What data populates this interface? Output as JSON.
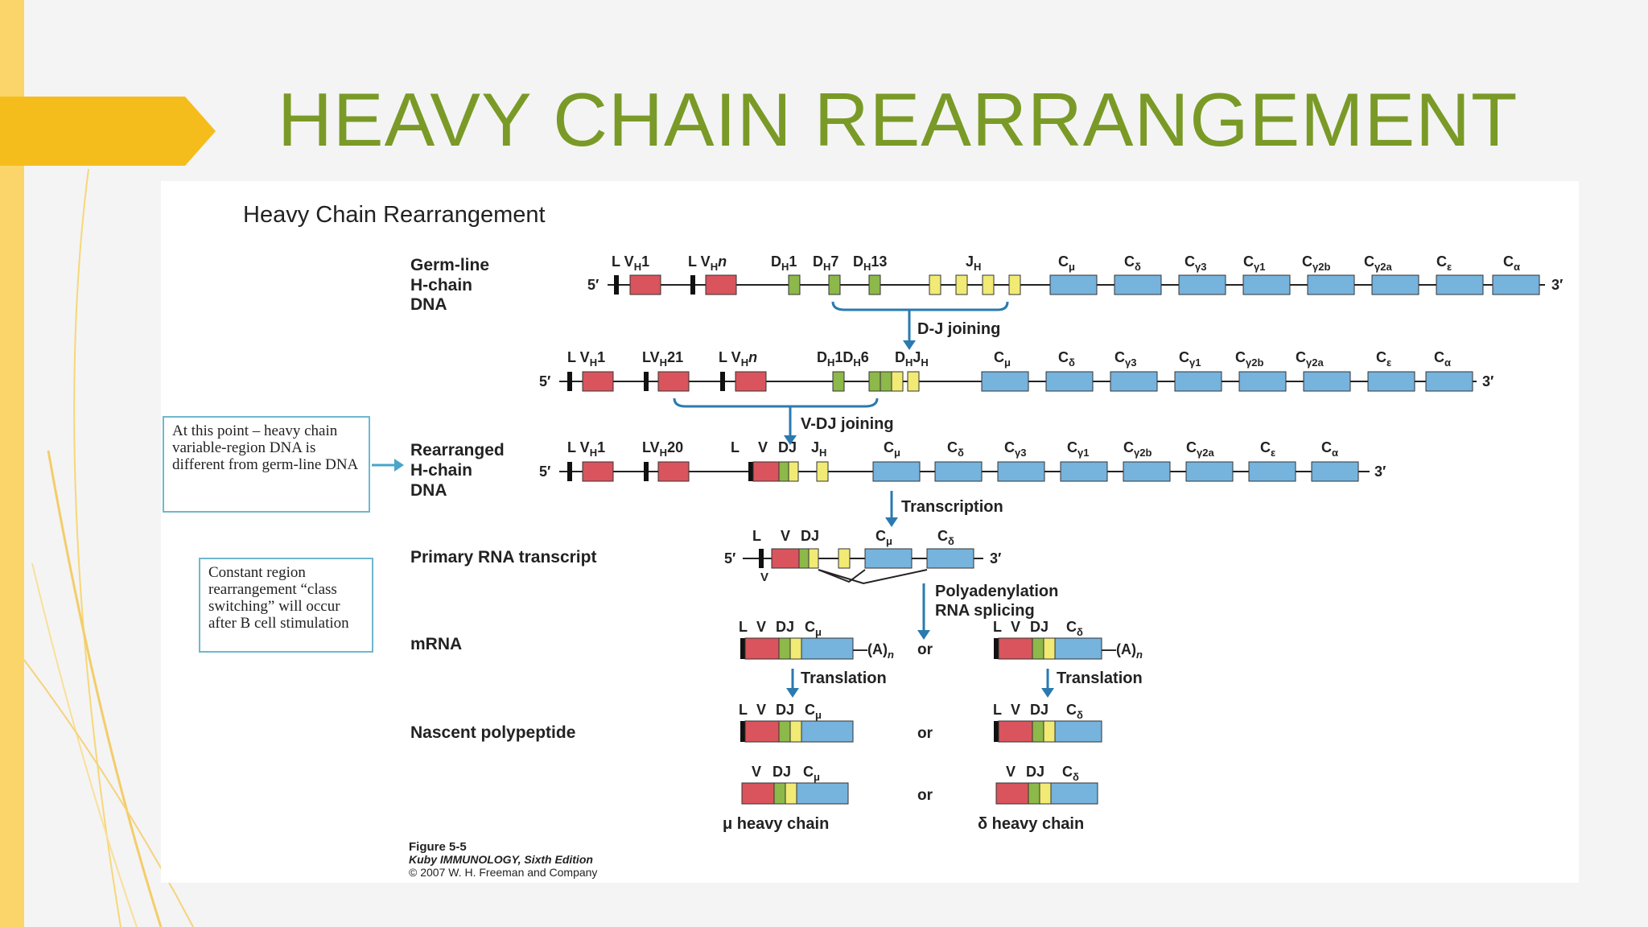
{
  "slide": {
    "title": "HEAVY CHAIN REARRANGEMENT",
    "accent_color": "#7a9a27",
    "banner_color": "#f5bd1c"
  },
  "figure": {
    "heading": "Heavy Chain Rearrangement",
    "stage_labels": {
      "germline_1": "Germ-line",
      "germline_2": "H-chain",
      "germline_3": "DNA",
      "rearranged_1": "Rearranged",
      "rearranged_2": "H-chain",
      "rearranged_3": "DNA",
      "primary": "Primary RNA transcript",
      "mrna": "mRNA",
      "nascent": "Nascent polypeptide"
    },
    "steps": {
      "dj": "D-J joining",
      "vdj": "V-DJ joining",
      "transcription": "Transcription",
      "polyadenylation": "Polyadenylation",
      "splicing": "RNA splicing",
      "translation_left": "Translation",
      "translation_right": "Translation"
    },
    "ends": {
      "five": "5′",
      "three": "3′"
    },
    "gene_labels": {
      "row1": [
        "L V",
        "H",
        "1",
        "L V",
        "H",
        "n",
        "D",
        "H",
        "1",
        "D",
        "H",
        "7",
        "D",
        "H",
        "13",
        "J",
        "H"
      ],
      "row2": [
        "L V",
        "H",
        "1",
        "LV",
        "H",
        "21",
        "L V",
        "H",
        "n",
        "D",
        "H",
        "1",
        "D",
        "H",
        "6",
        "D",
        "H",
        "J",
        "H"
      ],
      "row3": [
        "L V",
        "H",
        "1",
        "LV",
        "H",
        "20",
        "L",
        "V",
        "DJ",
        "J",
        "H"
      ],
      "primary": [
        "L",
        "V",
        "DJ",
        "V"
      ],
      "mrna_left": [
        "L",
        "V",
        "DJ"
      ],
      "mrna_right": [
        "L",
        "V",
        "DJ"
      ],
      "nascent_left": [
        "L",
        "V",
        "DJ"
      ],
      "nascent_right": [
        "L",
        "V",
        "DJ"
      ],
      "final_left": [
        "V",
        "DJ"
      ],
      "final_right": [
        "V",
        "DJ"
      ]
    },
    "constant_regions": [
      "μ",
      "δ",
      "γ3",
      "γ1",
      "γ2b",
      "γ2a",
      "ε",
      "α"
    ],
    "constant_prefix": "C",
    "poly_a": "—(A)",
    "poly_a_sub": "n",
    "or_word": "or",
    "chain_left": "μ heavy chain",
    "chain_right": "δ heavy chain",
    "caption_1": "Figure 5-5",
    "caption_2": "Kuby IMMUNOLOGY, Sixth Edition",
    "caption_3": "© 2007 W. H. Freeman and Company",
    "note_1": "At this point – heavy chain variable-region DNA is different from germ-line DNA",
    "note_2": "Constant region rearrangement “class switching” will occur after B cell stimulation",
    "colors": {
      "v_segment": "#d9545c",
      "d_segment": "#8db84a",
      "j_segment": "#f1ea74",
      "c_segment": "#76b3dd",
      "arrow": "#2a7ab0"
    }
  }
}
